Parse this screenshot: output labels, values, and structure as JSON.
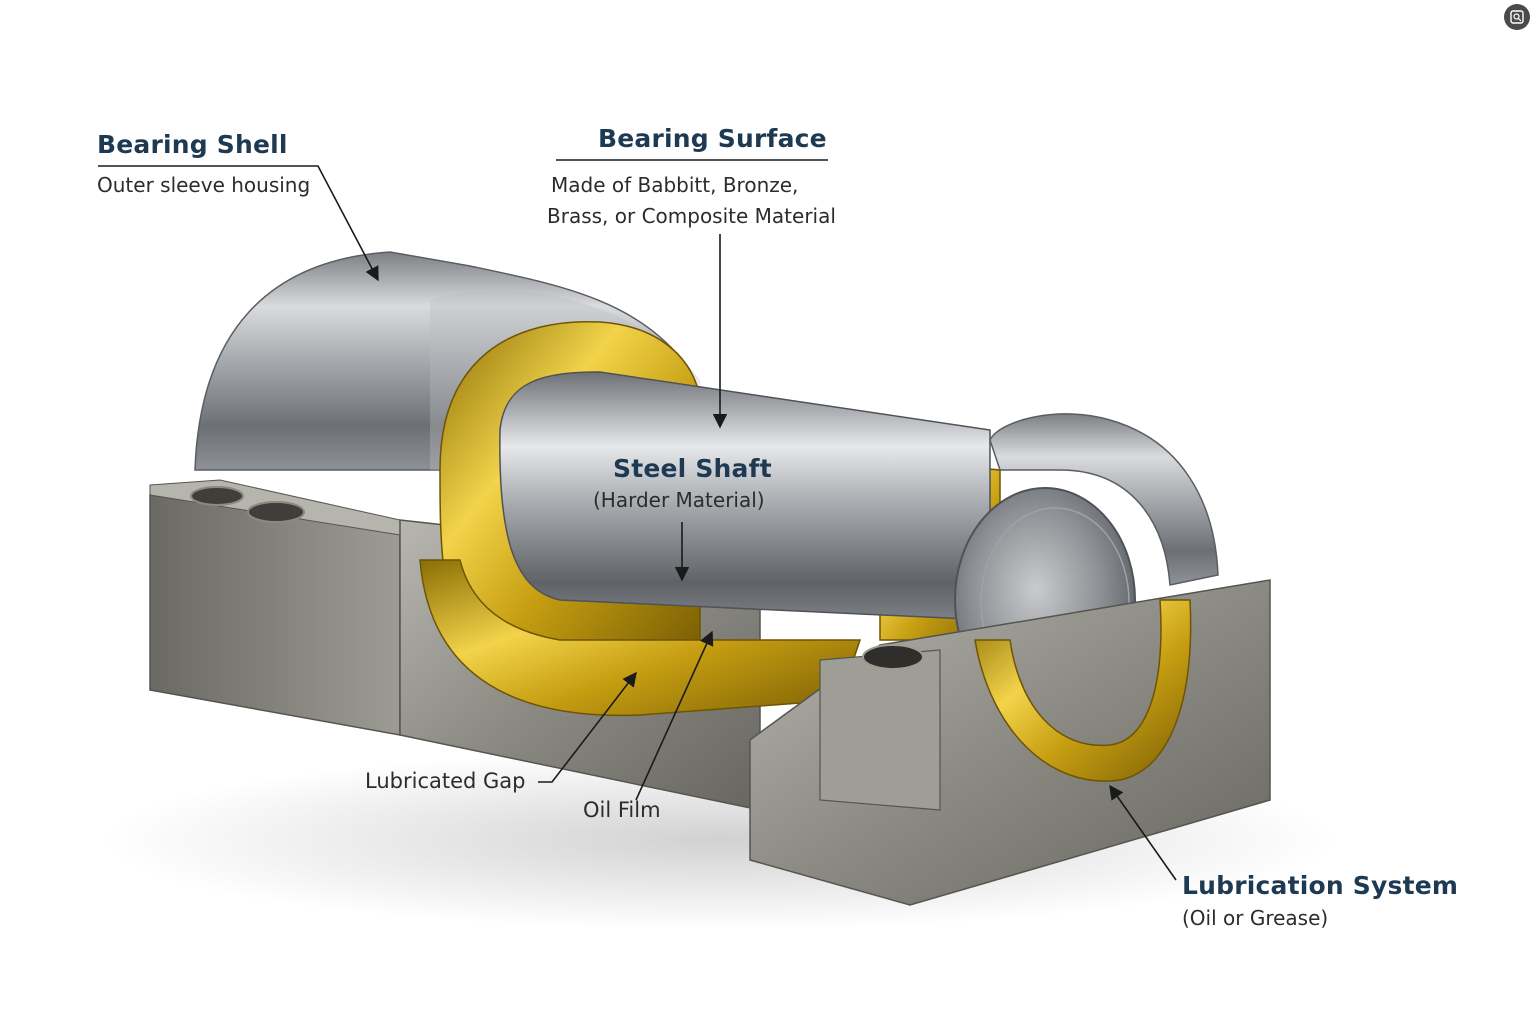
{
  "labels": {
    "bearing_shell": {
      "title": "Bearing Shell",
      "desc": "Outer sleeve housing"
    },
    "bearing_surface": {
      "title": "Bearing Surface",
      "desc_line1": "Made of Babbitt, Bronze,",
      "desc_line2": "Brass, or Composite Material"
    },
    "steel_shaft": {
      "title": "Steel Shaft",
      "desc": "(Harder Material)"
    },
    "lubricated_gap": "Lubricated Gap",
    "oil_film": "Oil Film",
    "lubrication_system": {
      "title": "Lubrication System",
      "desc": "(Oil or Grease)"
    }
  },
  "colors": {
    "title_navy": "#1e3a52",
    "steel": "#9a9c9e",
    "brass": "#d4b11a",
    "iron": "#7f7d76"
  },
  "icons": {
    "corner": "image-search-icon"
  }
}
